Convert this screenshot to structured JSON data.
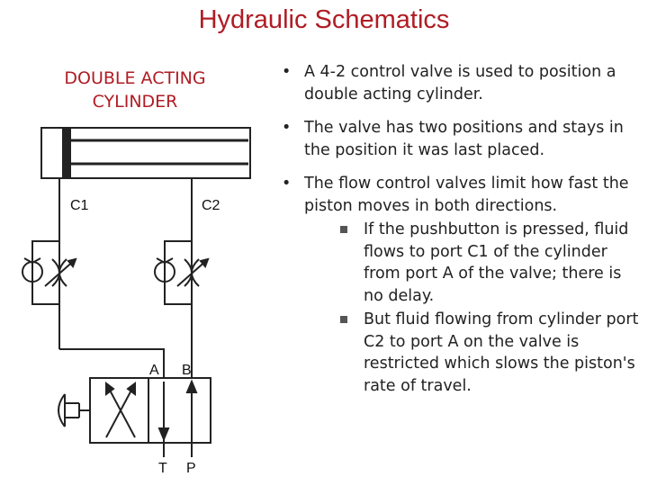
{
  "slide": {
    "title": "Hydraulic Schematics",
    "subtitle_line1": "DOUBLE ACTING",
    "subtitle_line2": "CYLINDER",
    "accent_color": "#b01c24"
  },
  "schematic": {
    "labels": {
      "c1": "C1",
      "c2": "C2",
      "a": "A",
      "b": "B",
      "t": "T",
      "p": "P"
    }
  },
  "bullets": [
    {
      "text": "A 4-2 control valve is used to position a double acting cylinder.",
      "subs": []
    },
    {
      "text": "The valve has two positions and stays in the position it was last placed.",
      "subs": []
    },
    {
      "text": "The flow control valves limit how fast the piston moves in both directions.",
      "subs": [
        "If the pushbutton is pressed, fluid flows to port C1 of the cylinder from port A of the valve; there is no delay.",
        "But fluid flowing from cylinder port C2 to port A on the valve is restricted which slows the piston's rate of travel."
      ]
    }
  ],
  "bullet_glyph": "•"
}
